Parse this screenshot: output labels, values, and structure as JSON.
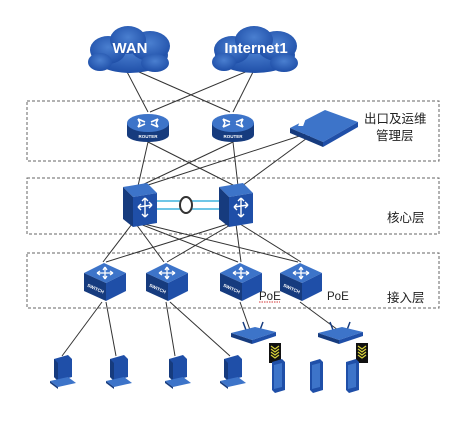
{
  "colors": {
    "device_blue": "#1f4fa8",
    "device_dark": "#163b7e",
    "device_top": "#3d74c9",
    "cloud": "#2e5fb2",
    "stack_link": "#6fc6e6",
    "poe_underline": "#d43a3a"
  },
  "clouds": [
    {
      "label": "WAN"
    },
    {
      "label": "Internet1"
    }
  ],
  "tiers": {
    "egress_line1": "出口及运维",
    "egress_line2": "管理层",
    "core": "核心层",
    "access": "接入层"
  },
  "device_labels": {
    "router": "ROUTER",
    "switch": "SWITCH"
  },
  "core_stack": {
    "link_label": "0"
  },
  "poe_labels": [
    "PoE",
    "PoE"
  ],
  "icons": [
    "cloud-icon",
    "router-icon",
    "management-server-icon",
    "core-switch-icon",
    "access-switch-icon",
    "wireless-ap-icon",
    "wifi-signal-icon",
    "pc-icon",
    "mobile-phone-icon"
  ]
}
